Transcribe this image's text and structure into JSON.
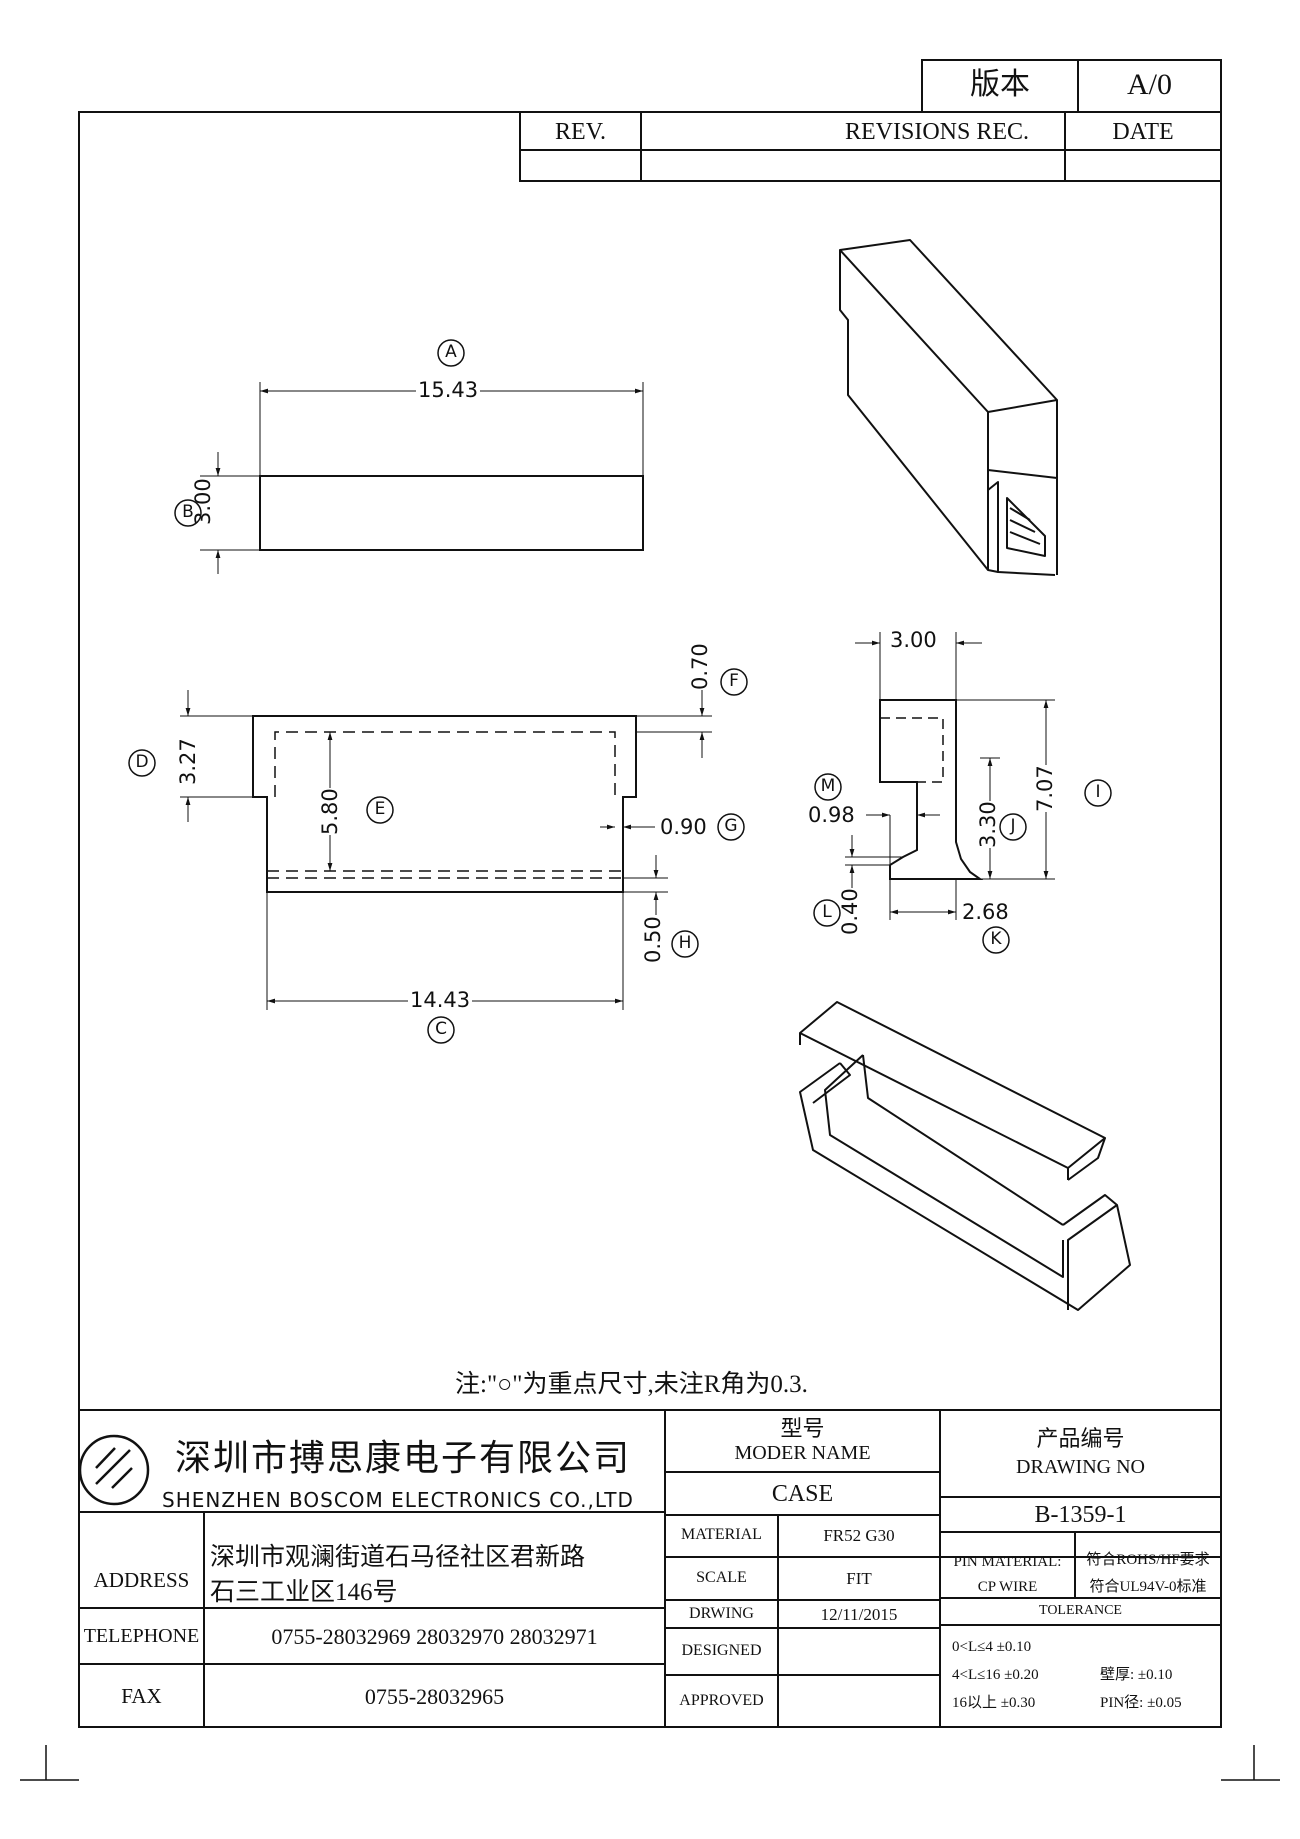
{
  "version_label": "版本",
  "version_value": "A/0",
  "revision_table": {
    "rev_header": "REV.",
    "rec_header": "REVISIONS REC.",
    "date_header": "DATE"
  },
  "dims": {
    "A_label": "A",
    "A_value": "15.43",
    "B_label": "B",
    "B_value": "3.00",
    "C_label": "C",
    "C_value": "14.43",
    "D_label": "D",
    "D_value": "3.27",
    "E_label": "E",
    "E_value": "5.80",
    "F_label": "F",
    "F_value": "0.70",
    "G_label": "G",
    "G_value": "0.90",
    "H_label": "H",
    "H_value": "0.50",
    "I_label": "I",
    "I_value": "7.07",
    "J_label": "J",
    "J_value": "3.30",
    "K_label": "K",
    "K_value": "2.68",
    "L_label": "L",
    "L_value": "0.40",
    "M_label": "M",
    "M_value": "0.98",
    "side_top_value": "3.00"
  },
  "note": "注:\"○\"为重点尺寸,未注R角为0.3.",
  "company": {
    "name_cn": "深圳市搏思康电子有限公司",
    "name_en": "SHENZHEN BOSCOM ELECTRONICS CO.,LTD"
  },
  "info": {
    "address_label": "ADDRESS",
    "address_line1": "深圳市观澜街道石马径社区君新路",
    "address_line2": "石三工业区146号",
    "telephone_label": "TELEPHONE",
    "telephone_value": "0755-28032969 28032970 28032971",
    "fax_label": "FAX",
    "fax_value": "0755-28032965"
  },
  "model": {
    "label_cn": "型号",
    "label_en": "MODER NAME",
    "value": "CASE"
  },
  "drawing_no": {
    "label_cn": "产品编号",
    "label_en": "DRAWING NO",
    "value": "B-1359-1"
  },
  "specs": {
    "material_label": "MATERIAL",
    "material_value": "FR52 G30",
    "scale_label": "SCALE",
    "scale_value": "FIT",
    "drwing_label": "DRWING",
    "drwing_value": "12/11/2015",
    "designed_label": "DESIGNED",
    "designed_value": "",
    "approved_label": "APPROVED",
    "approved_value": ""
  },
  "pins": {
    "pin_material_label": "PIN MATERIAL:",
    "pin_material_value": "符合ROHS/HF要求",
    "cp_wire_label": "CP WIRE",
    "cp_wire_value": "符合UL94V-0标准"
  },
  "tolerance": {
    "title": "TOLERANCE",
    "row1": "0<L≤4  ±0.10",
    "row2": "4<L≤16  ±0.20",
    "row3": "16以上      ±0.30",
    "wall": "壁厚:   ±0.10",
    "pin": "PIN径: ±0.05"
  }
}
